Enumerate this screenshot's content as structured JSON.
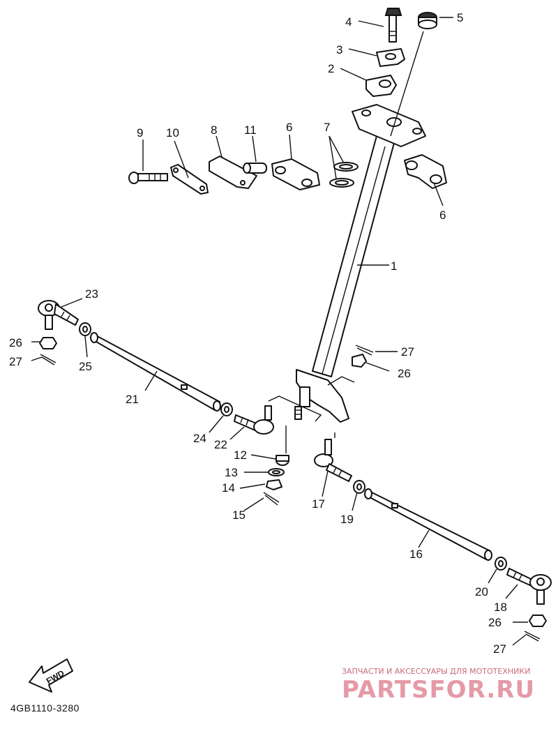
{
  "drawing_code": "4GB1110-3280",
  "fwd_label": "FWD",
  "watermark": {
    "tagline": "ЗАПЧАСТИ И АКСЕССУАРЫ ДЛЯ МОТОТЕХНИКИ",
    "logo": "PARTSFOR.RU"
  },
  "callouts": [
    "1",
    "2",
    "3",
    "4",
    "5",
    "6",
    "6",
    "7",
    "8",
    "9",
    "10",
    "11",
    "12",
    "13",
    "14",
    "15",
    "16",
    "17",
    "18",
    "19",
    "20",
    "21",
    "22",
    "23",
    "24",
    "25",
    "26",
    "26",
    "26",
    "27",
    "27",
    "27"
  ]
}
